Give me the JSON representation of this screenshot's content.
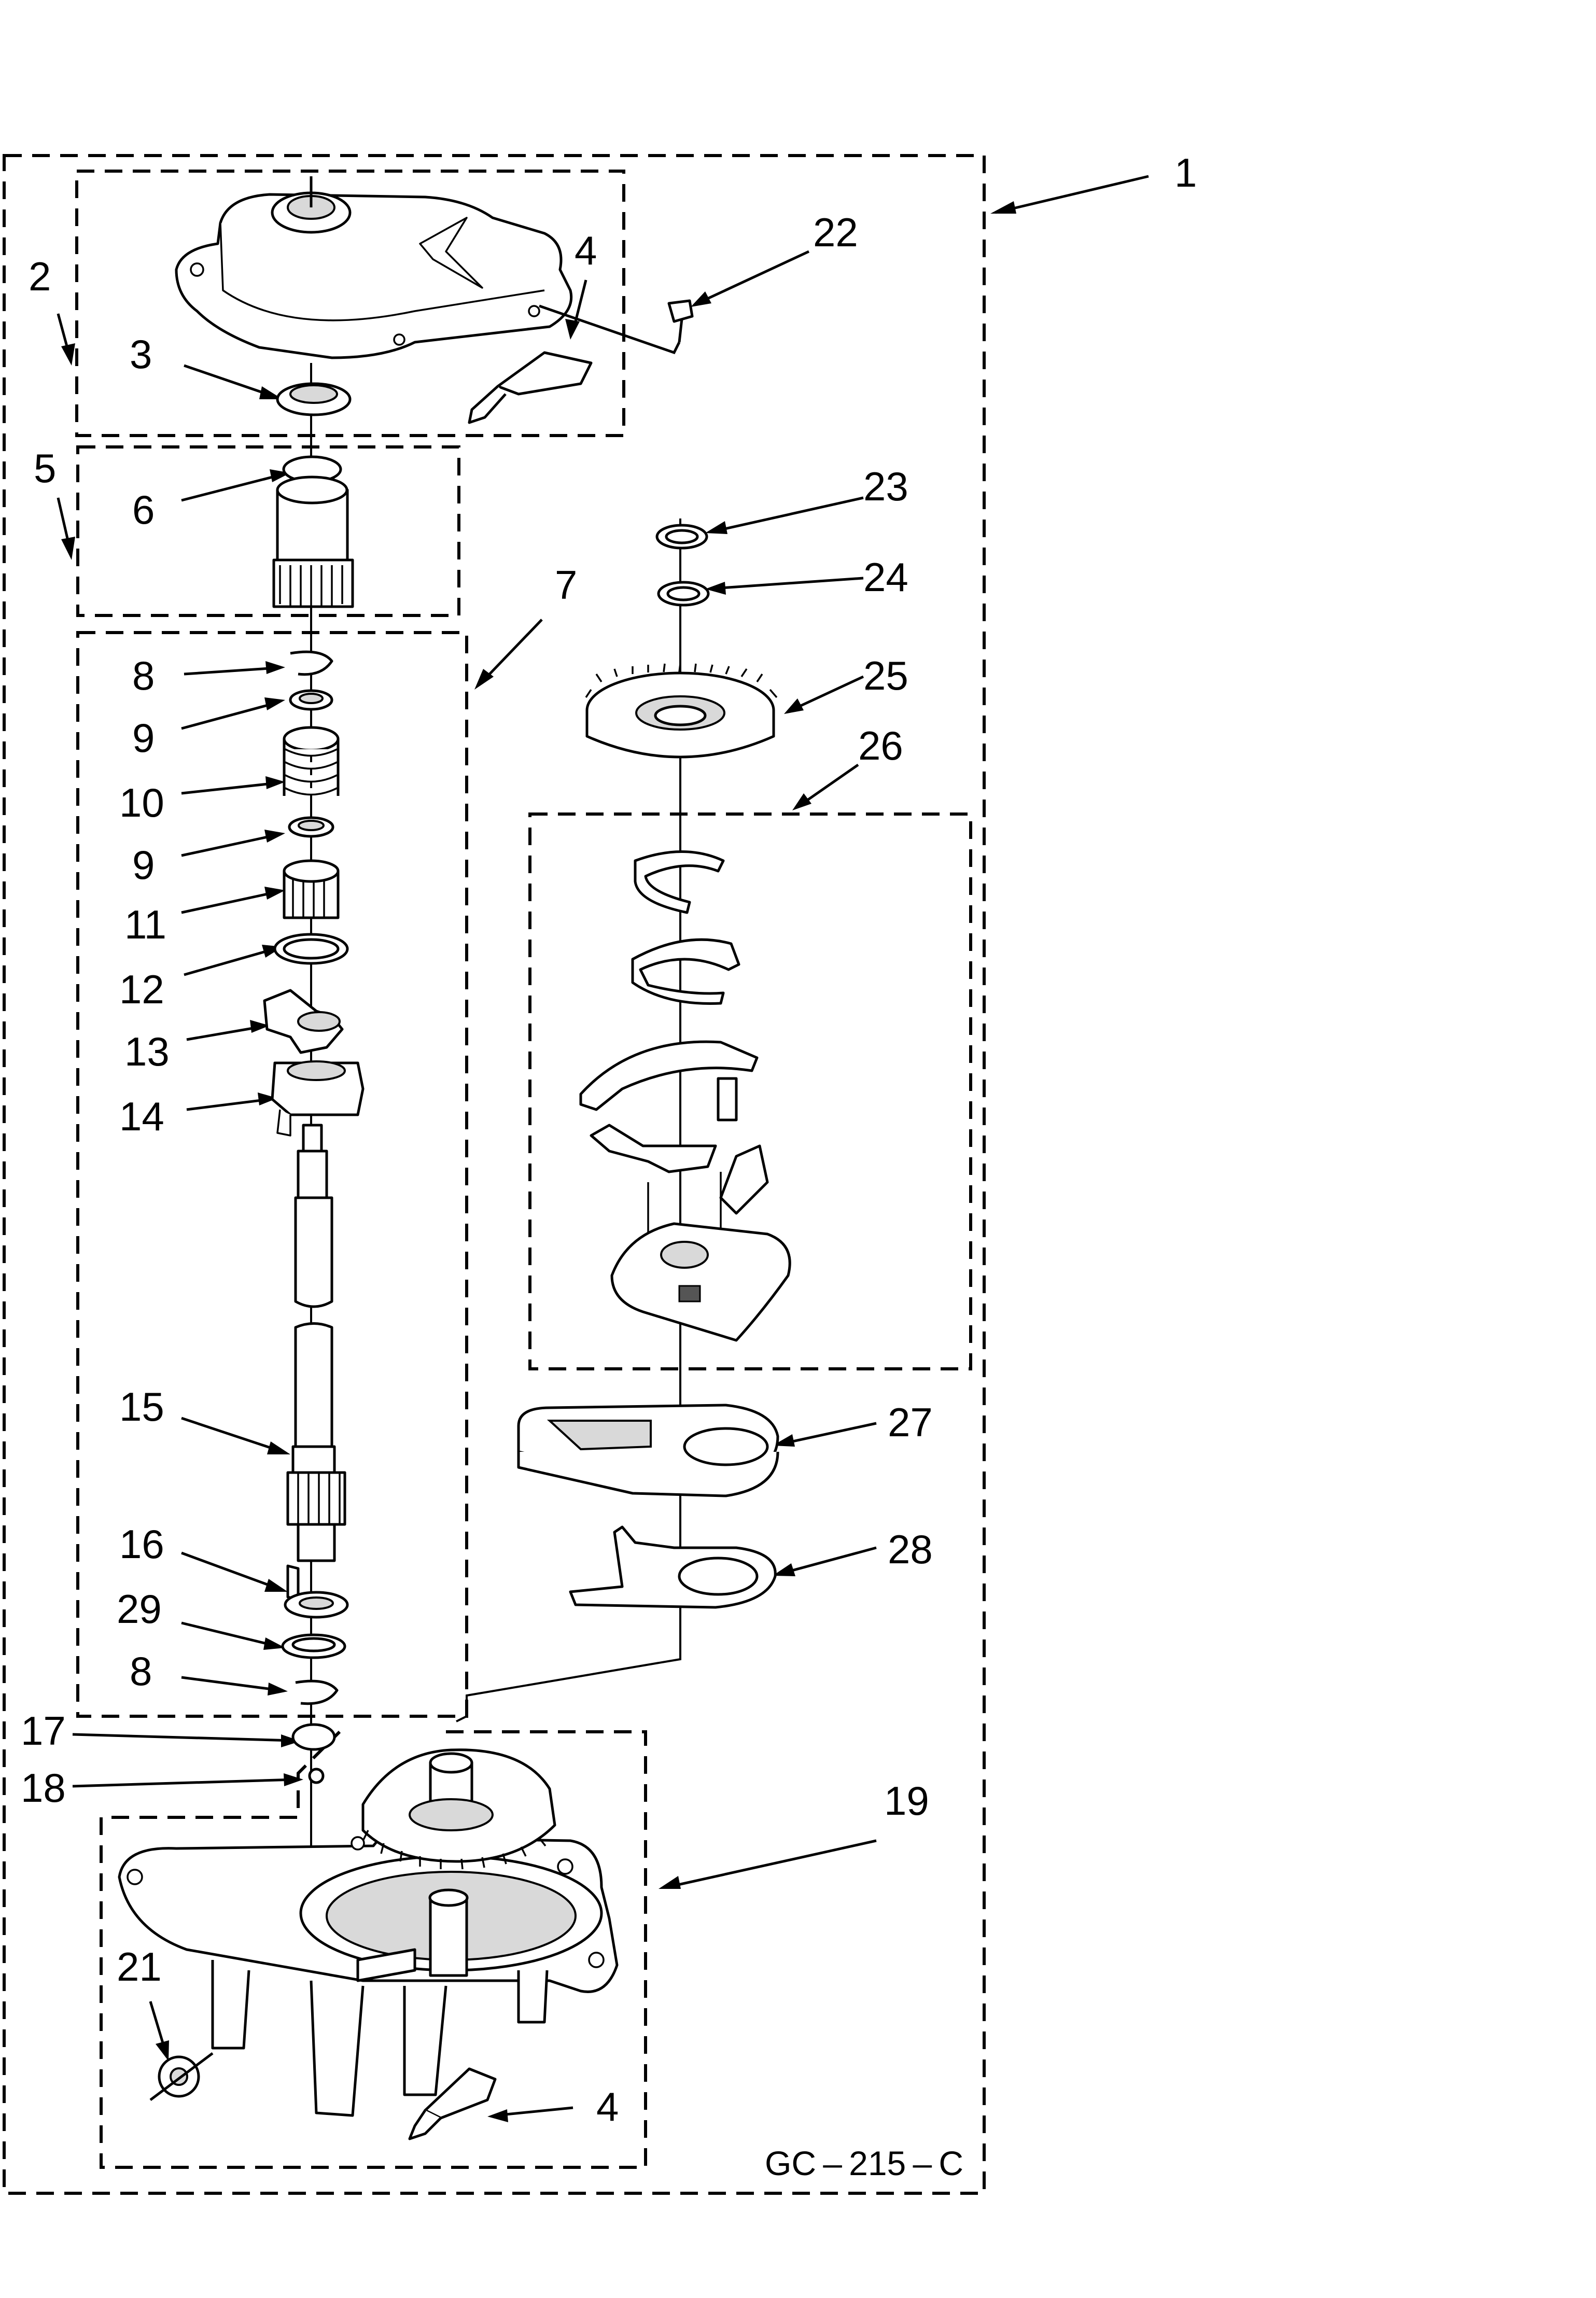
{
  "callouts": [
    {
      "id": "c1",
      "text": "1"
    },
    {
      "id": "c2",
      "text": "2"
    },
    {
      "id": "c3",
      "text": "3"
    },
    {
      "id": "c4a",
      "text": "4"
    },
    {
      "id": "c5",
      "text": "5"
    },
    {
      "id": "c6",
      "text": "6"
    },
    {
      "id": "c7",
      "text": "7"
    },
    {
      "id": "c8a",
      "text": "8"
    },
    {
      "id": "c9a",
      "text": "9"
    },
    {
      "id": "c10",
      "text": "10"
    },
    {
      "id": "c9b",
      "text": "9"
    },
    {
      "id": "c11",
      "text": "11"
    },
    {
      "id": "c12",
      "text": "12"
    },
    {
      "id": "c13",
      "text": "13"
    },
    {
      "id": "c14",
      "text": "14"
    },
    {
      "id": "c15",
      "text": "15"
    },
    {
      "id": "c16",
      "text": "16"
    },
    {
      "id": "c29",
      "text": "29"
    },
    {
      "id": "c8b",
      "text": "8"
    },
    {
      "id": "c17",
      "text": "17"
    },
    {
      "id": "c18",
      "text": "18"
    },
    {
      "id": "c19",
      "text": "19"
    },
    {
      "id": "c21",
      "text": "21"
    },
    {
      "id": "c4b",
      "text": "4"
    },
    {
      "id": "c22",
      "text": "22"
    },
    {
      "id": "c23",
      "text": "23"
    },
    {
      "id": "c24",
      "text": "24"
    },
    {
      "id": "c25",
      "text": "25"
    },
    {
      "id": "c26",
      "text": "26"
    },
    {
      "id": "c27",
      "text": "27"
    },
    {
      "id": "c28",
      "text": "28"
    }
  ],
  "diagram_code": "GC – 215 – C"
}
